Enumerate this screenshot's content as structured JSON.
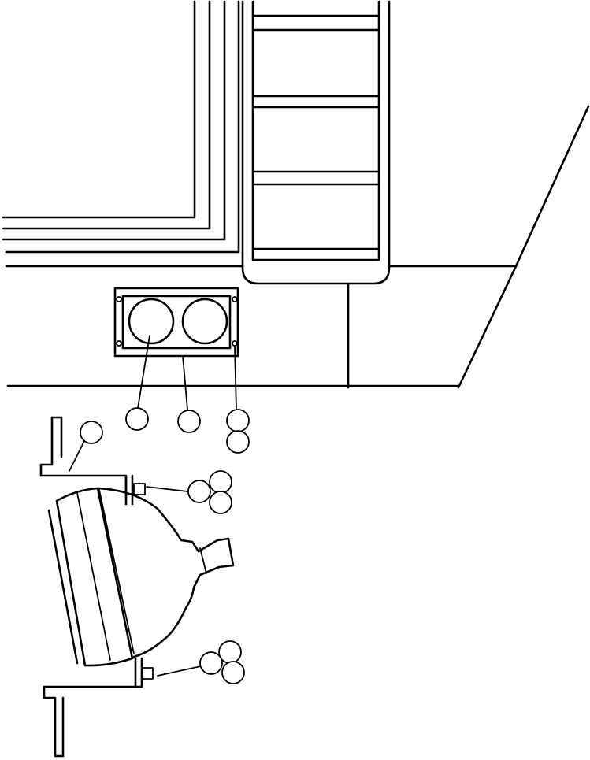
{
  "diagram": {
    "kind": "exploded parts illustration",
    "labels": []
  },
  "colors": {
    "line": "#000000",
    "background": "#ffffff"
  },
  "callout_groups": [
    {
      "id": "bracket-upper",
      "balloons": 1
    },
    {
      "id": "lamp-lens-left",
      "balloons": 1
    },
    {
      "id": "lamp-plate",
      "balloons": 1
    },
    {
      "id": "lamp-screw",
      "balloons": 2
    },
    {
      "id": "nut-upper",
      "balloons": 3
    },
    {
      "id": "nut-lower",
      "balloons": 3
    }
  ]
}
